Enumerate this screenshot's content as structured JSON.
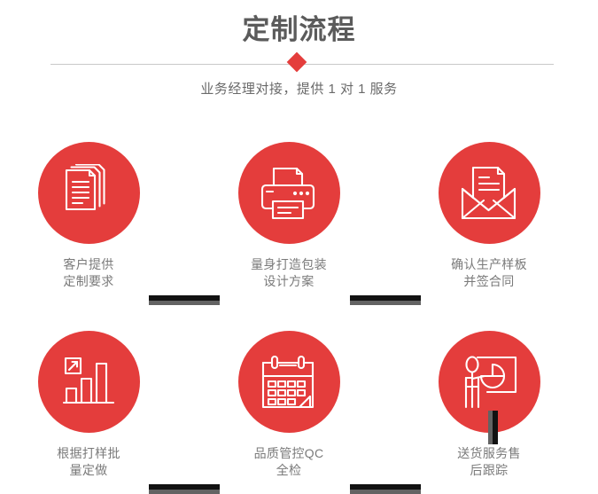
{
  "header": {
    "title": "定制流程",
    "subtitle": "业务经理对接，提供 1 对 1 服务",
    "accent_color": "#e43d3c",
    "divider_color": "#c9c9c9",
    "title_color": "#5b5b5b",
    "subtitle_color": "#6a6a6a"
  },
  "flow": {
    "circle_color": "#e43d3c",
    "label_color": "#7a7a7a",
    "connector_dark_color": "#121212",
    "connector_grey_color": "#636363",
    "steps": [
      {
        "id": 1,
        "icon": "documents-stack-icon",
        "label": "客户提供\n定制要求"
      },
      {
        "id": 2,
        "icon": "printer-icon",
        "label": "量身打造包装\n设计方案"
      },
      {
        "id": 3,
        "icon": "open-envelope-icon",
        "label": "确认生产样板\n并签合同"
      },
      {
        "id": 4,
        "icon": "bar-chart-growth-icon",
        "label": "根据打样批\n量定做"
      },
      {
        "id": 5,
        "icon": "calendar-icon",
        "label": "品质管控QC\n全检"
      },
      {
        "id": 6,
        "icon": "presentation-person-icon",
        "label": "送货服务售\n后跟踪"
      }
    ]
  }
}
